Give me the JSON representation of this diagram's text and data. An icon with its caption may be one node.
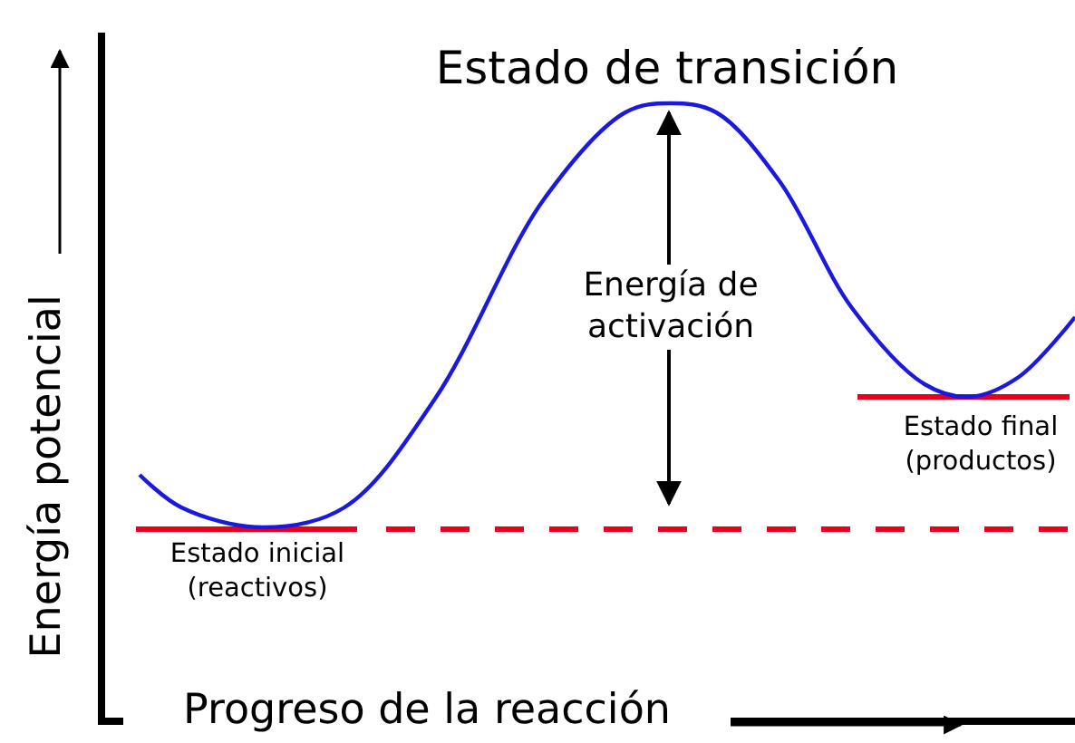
{
  "diagram": {
    "labels": [
      "Estado de transición",
      "Energía de activación",
      "Estado final (productos)",
      "Estado inicial (reactivos)",
      "Energía potencial",
      "Progreso de la reacción"
    ]
  }
}
